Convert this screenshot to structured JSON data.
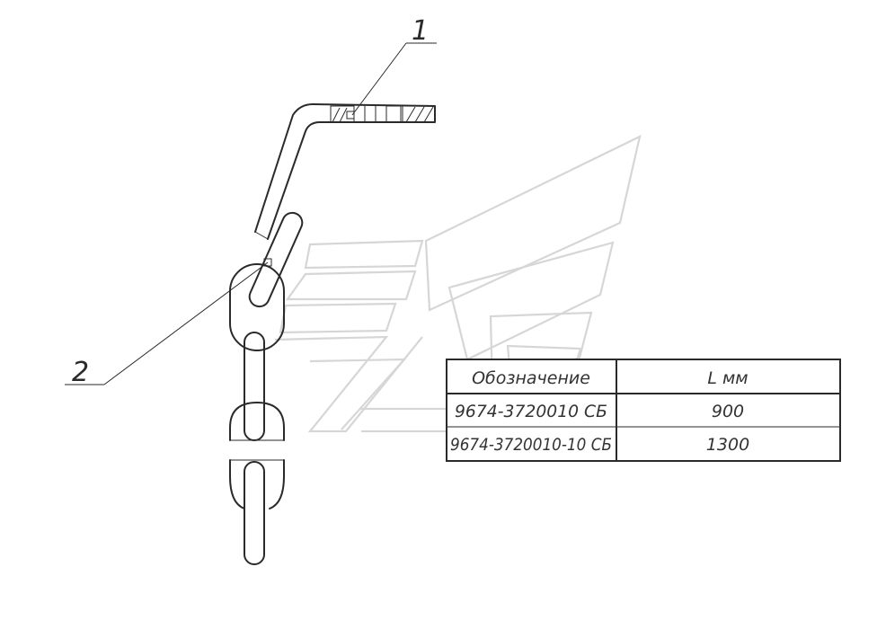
{
  "callouts": [
    {
      "id": "1",
      "text": "1"
    },
    {
      "id": "2",
      "text": "2"
    }
  ],
  "table": {
    "headers": [
      "Обозначение",
      "L мм"
    ],
    "rows": [
      [
        "9674-3720010 СБ",
        "900"
      ],
      [
        "9674-3720010-10 СБ",
        "1300"
      ]
    ]
  },
  "colors": {
    "line": "#2a2a2a",
    "watermark": "#d6d6d6"
  }
}
